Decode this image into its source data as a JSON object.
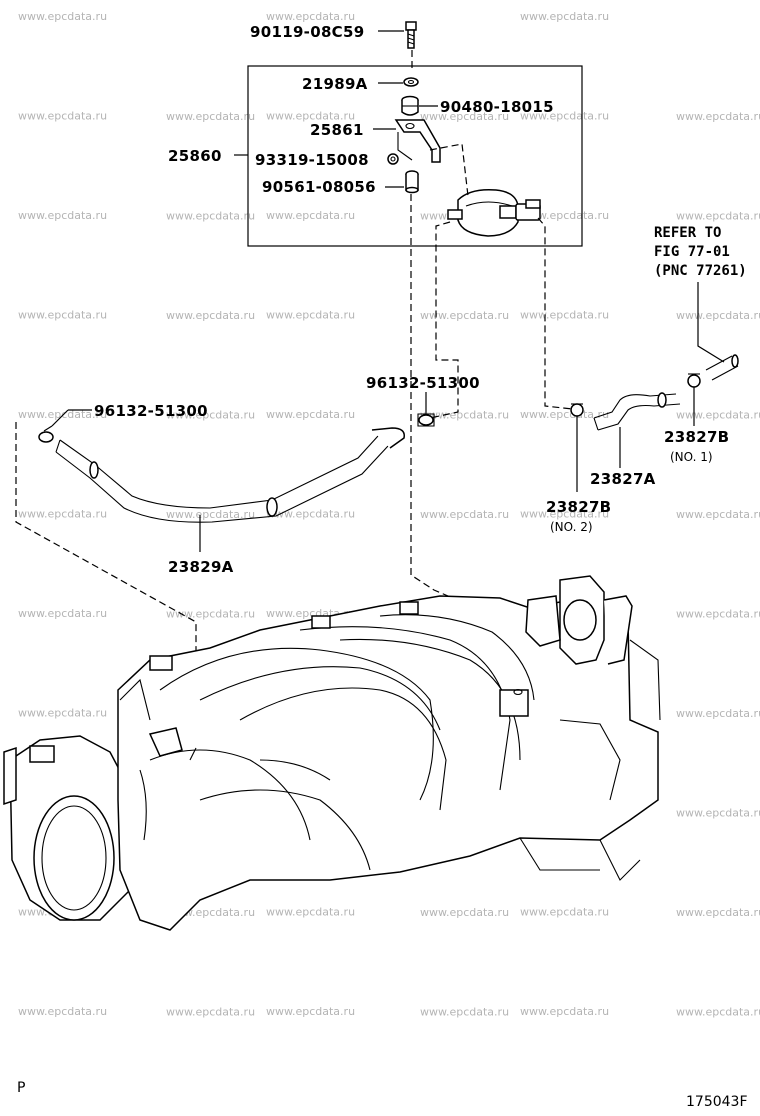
{
  "watermark": "www.epcdata.ru",
  "labels": {
    "p90119": "90119-08C59",
    "p21989a": "21989A",
    "p90480": "90480-18015",
    "p25861": "25861",
    "p25860": "25860",
    "p93319": "93319-15008",
    "p90561": "90561-08056",
    "p96132_left": "96132-51300",
    "p96132_mid": "96132-51300",
    "p23829a": "23829A",
    "p23827a": "23827A",
    "p23827b_no2": "23827B",
    "p23827b_no2_sub": "(NO. 2)",
    "p23827b_no1": "23827B",
    "p23827b_no1_sub": "(NO. 1)"
  },
  "reference": {
    "line1": "REFER TO",
    "line2": "FIG 77-01",
    "line3": "(PNC 77261)"
  },
  "corner": {
    "left": "P",
    "right": "175043F"
  }
}
